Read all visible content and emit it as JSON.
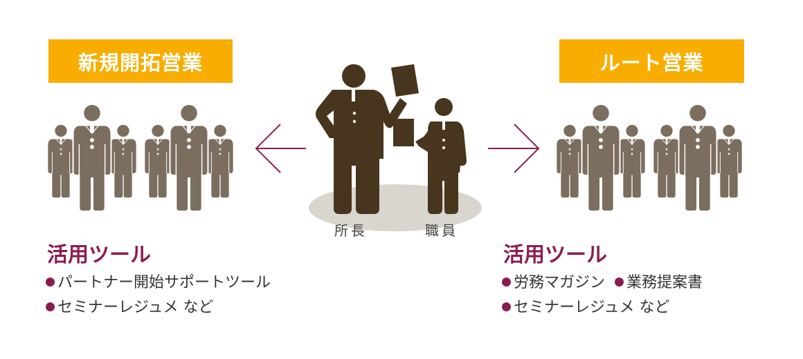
{
  "left": {
    "label": "新規開拓営業",
    "tools_title": "活用ツール",
    "tools": [
      [
        "パートナー開始サポートツール"
      ],
      [
        "セミナーレジュメ など"
      ]
    ]
  },
  "right": {
    "label": "ルート営業",
    "tools_title": "活用ツール",
    "tools": [
      [
        "労務マガジン",
        "業務提案書"
      ],
      [
        "セミナーレジュメ など"
      ]
    ]
  },
  "center": {
    "boss_label": "所長",
    "staff_label": "職員"
  },
  "colors": {
    "accent": "#f8ad00",
    "tool_text": "#8c1c4f",
    "crowd": "#7b6e5e",
    "center_figures": "#48351e",
    "arrow": "#8c1c4f"
  }
}
